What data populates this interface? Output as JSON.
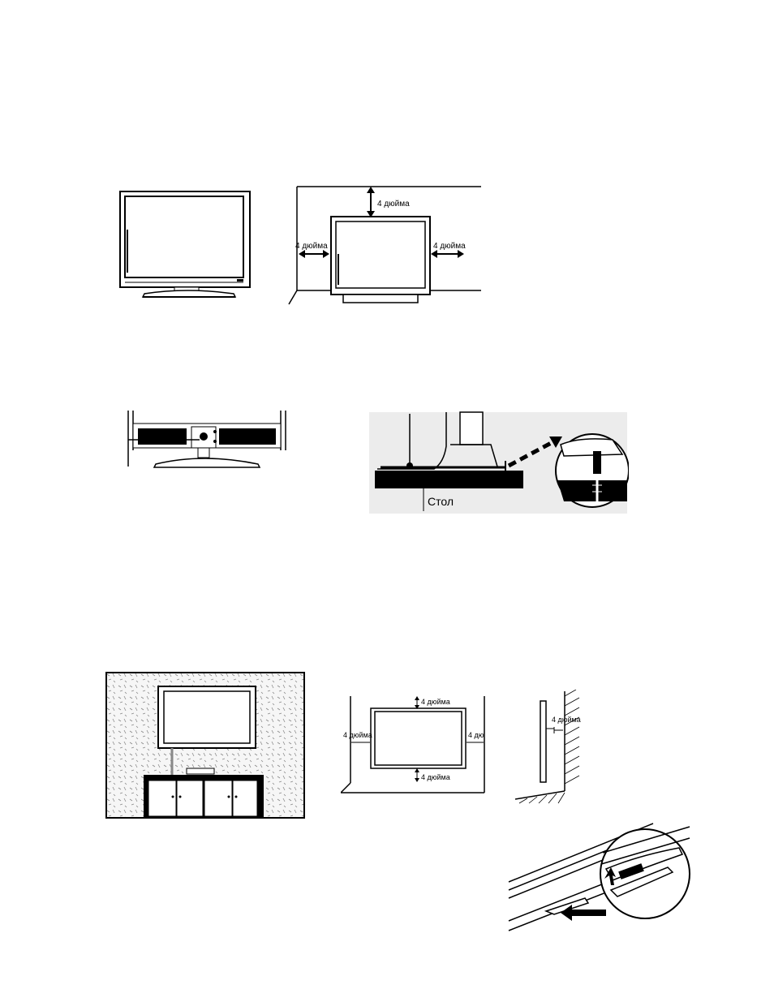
{
  "labels": {
    "inch_top": "4 дюйма",
    "inch_left": "4 дюйма",
    "inch_right": "4 дюйма",
    "table": "Стол",
    "wall_inch_top": "4 дюйма",
    "wall_inch_left": "4 дюйма",
    "wall_inch_right": "4 дю",
    "wall_inch_bottom": "4 дюйма",
    "side_inch": "4 дюйма"
  },
  "colors": {
    "ink": "#000000",
    "paper": "#ffffff",
    "gray": "#888888"
  }
}
